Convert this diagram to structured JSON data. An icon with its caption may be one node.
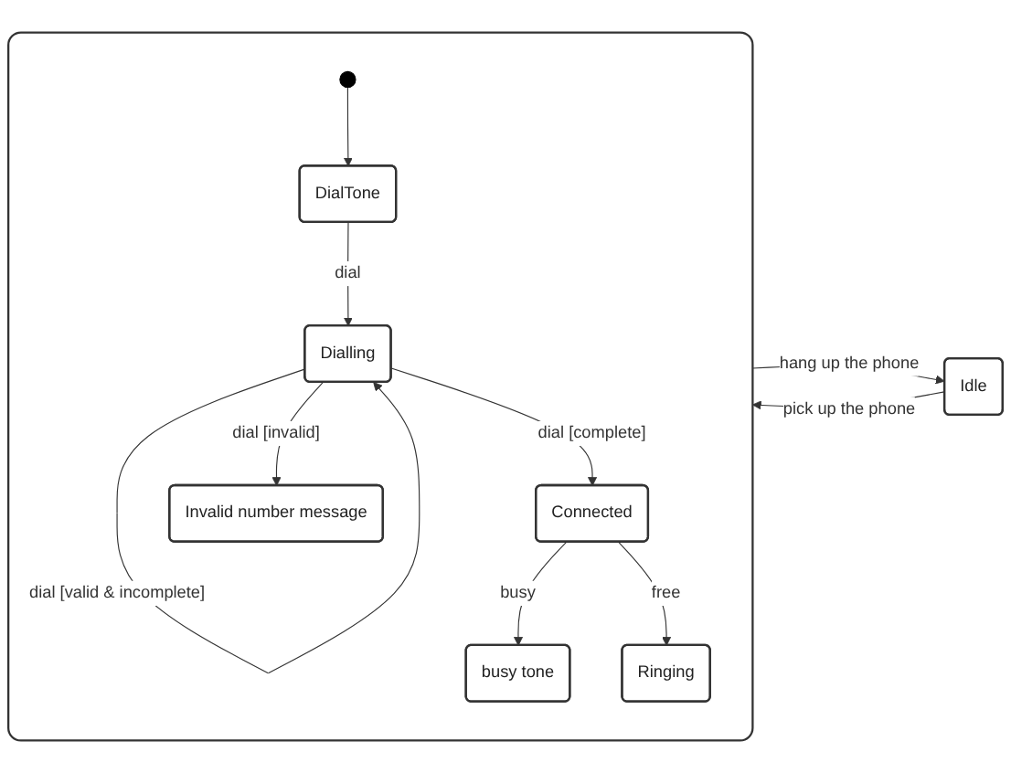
{
  "diagram": {
    "nodes": [
      {
        "text": [],
        "shape": "box"
      },
      {
        "text": [],
        "shape": "circle",
        "in": 0
      },
      {
        "text": [
          "DialTone"
        ],
        "in": 0
      },
      {
        "text": [
          "Dialling"
        ],
        "in": 0
      },
      {
        "text": [
          "Invalid number message"
        ],
        "in": 0
      },
      {
        "text": [
          "Connected"
        ],
        "in": 0
      },
      {
        "text": [
          "busy tone"
        ],
        "in": 0
      },
      {
        "text": [
          "Ringing"
        ],
        "in": 0
      },
      {
        "text": [
          "Idle"
        ]
      }
    ],
    "edges": [
      {
        "from": 1,
        "to": 2,
        "arrow": "to"
      },
      {
        "from": 2,
        "to": 3,
        "label": "dial",
        "arrow": "to"
      },
      {
        "from": 3,
        "to": 3,
        "label": "dial [valid & incomplete]",
        "arrow": "to"
      },
      {
        "from": 3,
        "to": 4,
        "label": "dial [invalid]",
        "arrow": "to"
      },
      {
        "from": 3,
        "to": 5,
        "label": "dial [complete]",
        "arrow": "to"
      },
      {
        "from": 5,
        "to": 6,
        "label": "busy",
        "arrow": "to"
      },
      {
        "from": 5,
        "to": 7,
        "label": "free",
        "arrow": "to"
      },
      {
        "from": 8,
        "to": 0,
        "label": "pick up the phone",
        "arrow": "to"
      },
      {
        "from": 0,
        "to": 8,
        "label": "hang up the phone",
        "arrow": "to"
      }
    ]
  }
}
